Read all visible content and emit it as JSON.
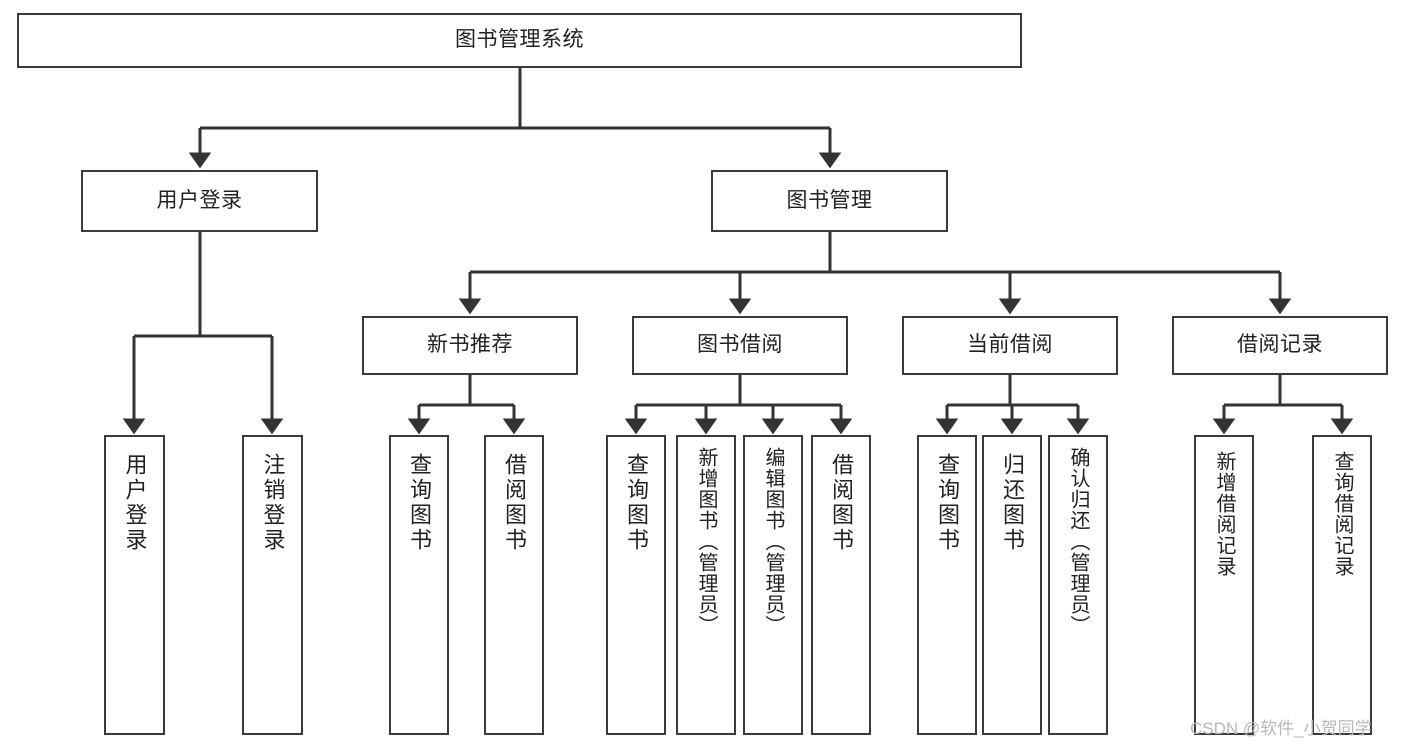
{
  "diagram": {
    "type": "tree",
    "title": "图书管理系统",
    "orientation": "top-down",
    "colors": {
      "box_stroke": "#3a3a3a",
      "box_fill": "#ffffff",
      "connector": "#333333",
      "text": "#222222",
      "background": "#ffffff",
      "watermark": "#b9b9b9"
    },
    "root": {
      "id": "root",
      "label": "图书管理系统"
    },
    "level2": [
      {
        "id": "user-login",
        "label": "用户登录"
      },
      {
        "id": "book-manage",
        "label": "图书管理"
      }
    ],
    "level3": [
      {
        "id": "new-book-recommend",
        "label": "新书推荐"
      },
      {
        "id": "book-borrow",
        "label": "图书借阅"
      },
      {
        "id": "current-borrow",
        "label": "当前借阅"
      },
      {
        "id": "borrow-record",
        "label": "借阅记录"
      }
    ],
    "leaves": {
      "user_login": [
        {
          "id": "leaf-user-login",
          "label": "用户登录"
        },
        {
          "id": "leaf-user-logout",
          "label": "注销登录"
        }
      ],
      "new_book_recommend": [
        {
          "id": "leaf-query-book-1",
          "label": "查询图书"
        },
        {
          "id": "leaf-borrow-book-1",
          "label": "借阅图书"
        }
      ],
      "book_borrow": [
        {
          "id": "leaf-query-book-2",
          "label": "查询图书"
        },
        {
          "id": "leaf-add-book",
          "label": "新增图书（管理员）"
        },
        {
          "id": "leaf-edit-book",
          "label": "编辑图书（管理员）"
        },
        {
          "id": "leaf-borrow-book-2",
          "label": "借阅图书"
        }
      ],
      "current_borrow": [
        {
          "id": "leaf-query-book-3",
          "label": "查询图书"
        },
        {
          "id": "leaf-return-book",
          "label": "归还图书"
        },
        {
          "id": "leaf-confirm-return",
          "label": "确认归还（管理员）"
        }
      ],
      "borrow_record": [
        {
          "id": "leaf-add-record",
          "label": "新增借阅记录"
        },
        {
          "id": "leaf-query-record",
          "label": "查询借阅记录"
        }
      ]
    }
  },
  "watermark": {
    "text": "CSDN @软件_小贺同学"
  }
}
